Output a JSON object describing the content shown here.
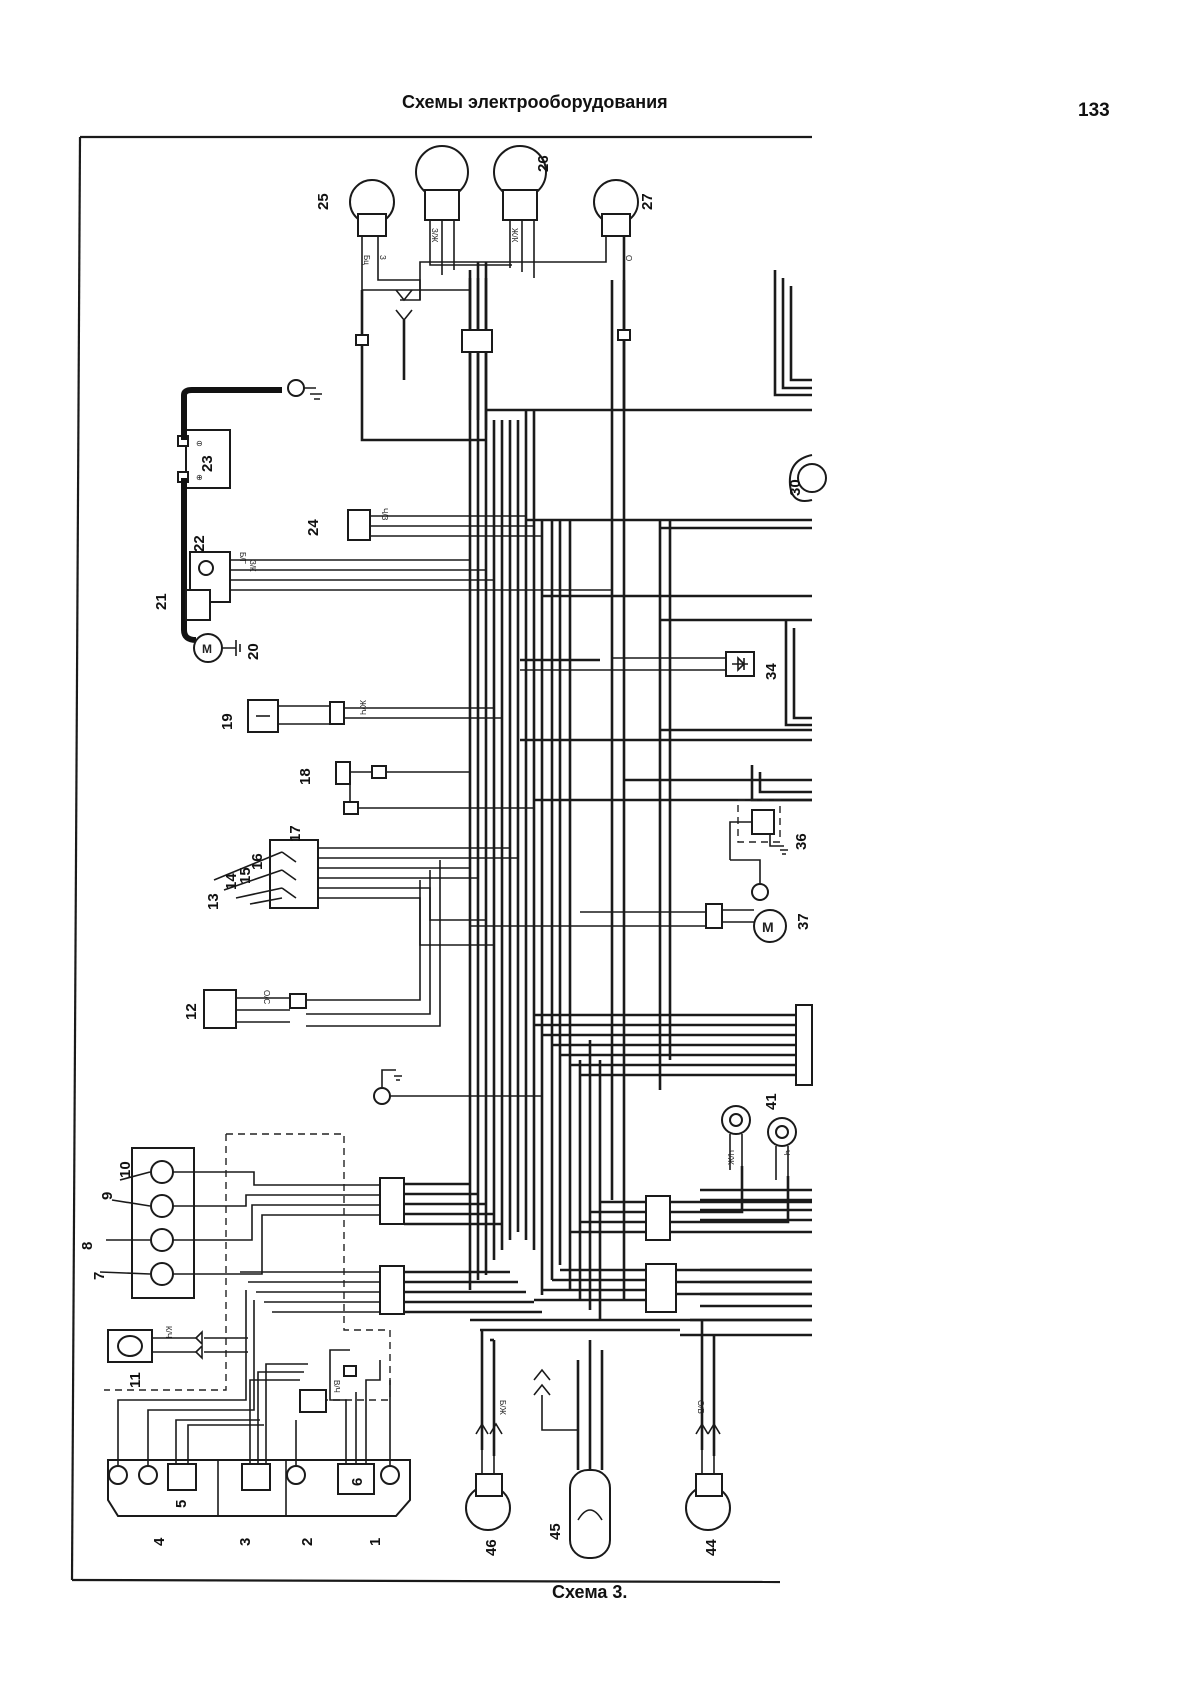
{
  "header": {
    "title": "Схемы электрооборудования",
    "page_number": "133"
  },
  "caption": "Схема 3.",
  "components": [
    {
      "id": "c1",
      "label": "1"
    },
    {
      "id": "c2",
      "label": "2"
    },
    {
      "id": "c3",
      "label": "3"
    },
    {
      "id": "c4",
      "label": "4"
    },
    {
      "id": "c5",
      "label": "5"
    },
    {
      "id": "c6",
      "label": "6"
    },
    {
      "id": "c7",
      "label": "7"
    },
    {
      "id": "c8",
      "label": "8"
    },
    {
      "id": "c9",
      "label": "9"
    },
    {
      "id": "c10",
      "label": "10"
    },
    {
      "id": "c11",
      "label": "11"
    },
    {
      "id": "c12",
      "label": "12"
    },
    {
      "id": "c13",
      "label": "13"
    },
    {
      "id": "c14",
      "label": "14"
    },
    {
      "id": "c15",
      "label": "15"
    },
    {
      "id": "c16",
      "label": "16"
    },
    {
      "id": "c17",
      "label": "17"
    },
    {
      "id": "c18",
      "label": "18"
    },
    {
      "id": "c19",
      "label": "19"
    },
    {
      "id": "c20",
      "label": "20"
    },
    {
      "id": "c21",
      "label": "21"
    },
    {
      "id": "c22",
      "label": "22"
    },
    {
      "id": "c23",
      "label": "23"
    },
    {
      "id": "c24",
      "label": "24"
    },
    {
      "id": "c25",
      "label": "25"
    },
    {
      "id": "c26",
      "label": "26"
    },
    {
      "id": "c27",
      "label": "27"
    },
    {
      "id": "c30",
      "label": "30"
    },
    {
      "id": "c34",
      "label": "34"
    },
    {
      "id": "c36",
      "label": "36"
    },
    {
      "id": "c37",
      "label": "37"
    },
    {
      "id": "c41",
      "label": "41"
    },
    {
      "id": "c44",
      "label": "44"
    },
    {
      "id": "c45",
      "label": "45"
    },
    {
      "id": "c46",
      "label": "46"
    }
  ],
  "wire_labels": {
    "bc": "Бц",
    "z": "З",
    "zzh": "З/Ж",
    "zhk": "Ж/К",
    "zk": "З/К",
    "o": "О",
    "ch": "Ч",
    "bg": "Б/Г",
    "bzh": "Б/Ж",
    "chz": "Ч/З",
    "kch": "К/Ч",
    "os": "О/С",
    "ob": "О/Б",
    "zhch": "Ж/Ч",
    "chzh": "Ч/Ж",
    "vch": "В/Ч"
  }
}
